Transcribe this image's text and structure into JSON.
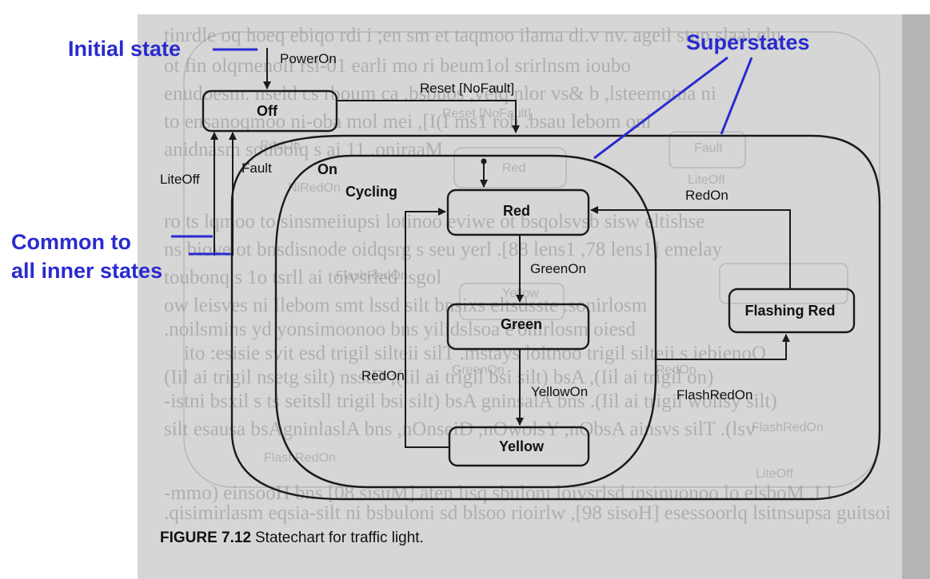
{
  "annotations": {
    "initial_state": "Initial state",
    "superstates": "Superstates",
    "common_line1": "Common to",
    "common_line2": "all inner states"
  },
  "states": {
    "off": "Off",
    "on": "On",
    "cycling": "Cycling",
    "red": "Red",
    "green": "Green",
    "yellow": "Yellow",
    "flashing_red": "Flashing Red"
  },
  "transitions": {
    "power_on": "PowerOn",
    "reset": "Reset [NoFault]",
    "lite_off": "LiteOff",
    "fault": "Fault",
    "green_on": "GreenOn",
    "yellow_on": "YellowOn",
    "red_on_left": "RedOn",
    "red_on_right": "RedOn",
    "flash_red_on": "FlashRedOn"
  },
  "caption": {
    "number": "FIGURE 7.12",
    "text": "Statechart for traffic light."
  },
  "colors": {
    "annotation": "#2a2ad0",
    "ink": "#111111",
    "page": "#d6d6d6"
  }
}
